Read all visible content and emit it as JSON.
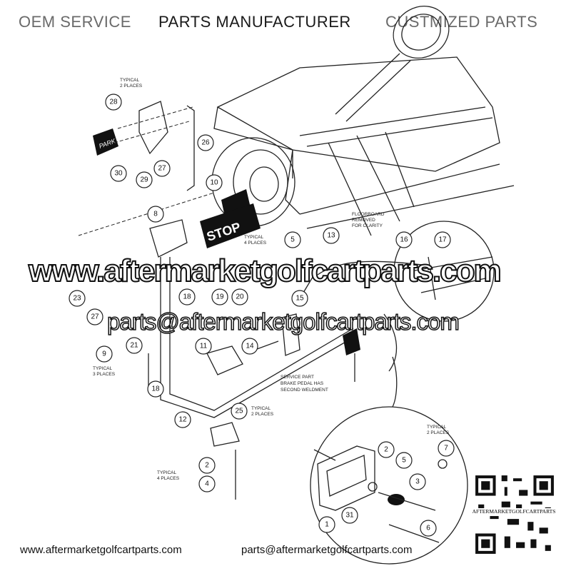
{
  "header": {
    "left": "OEM SERVICE",
    "center": "PARTS MANUFACTURER",
    "right": "CUSTMIZED PARTS"
  },
  "decals": {
    "park": "PARK",
    "stop": "STOP"
  },
  "callouts": [
    "28",
    "30",
    "29",
    "27",
    "26",
    "10",
    "8",
    "13",
    "5",
    "15",
    "16",
    "17",
    "23",
    "19",
    "20",
    "18",
    "27",
    "21",
    "11",
    "14",
    "9",
    "18",
    "12",
    "25",
    "2",
    "4",
    "2",
    "5",
    "7",
    "3",
    "31",
    "1",
    "6"
  ],
  "notes": {
    "typical_2_top": [
      "TYPICAL",
      "2 PLACES"
    ],
    "typical_4_mid": [
      "TYPICAL",
      "4 PLACES"
    ],
    "floorboard": [
      "FLOORBOARD",
      "REMOVED",
      "FOR CLARITY"
    ],
    "typical_3": [
      "TYPICAL",
      "3 PLACES"
    ],
    "service_part": [
      "SERVICE PART",
      "BRAKE PEDAL HAS",
      "SECOND WELDMENT"
    ],
    "typical_2_mid": [
      "TYPICAL",
      "2 PLACES"
    ],
    "typical_4_low": [
      "TYPICAL",
      "4 PLACES"
    ],
    "typical_2_right": [
      "TYPICAL",
      "2 PLACES"
    ]
  },
  "watermark": {
    "url": "www.aftermarketgolfcartparts.com",
    "email": "parts@aftermarketgolfcartparts.com"
  },
  "footer": {
    "url": "www.aftermarketgolfcartparts.com",
    "email": "parts@aftermarketgolfcartparts.com"
  },
  "qr": {
    "label": "AFTERMARKETGOLFCARTPARTS"
  }
}
